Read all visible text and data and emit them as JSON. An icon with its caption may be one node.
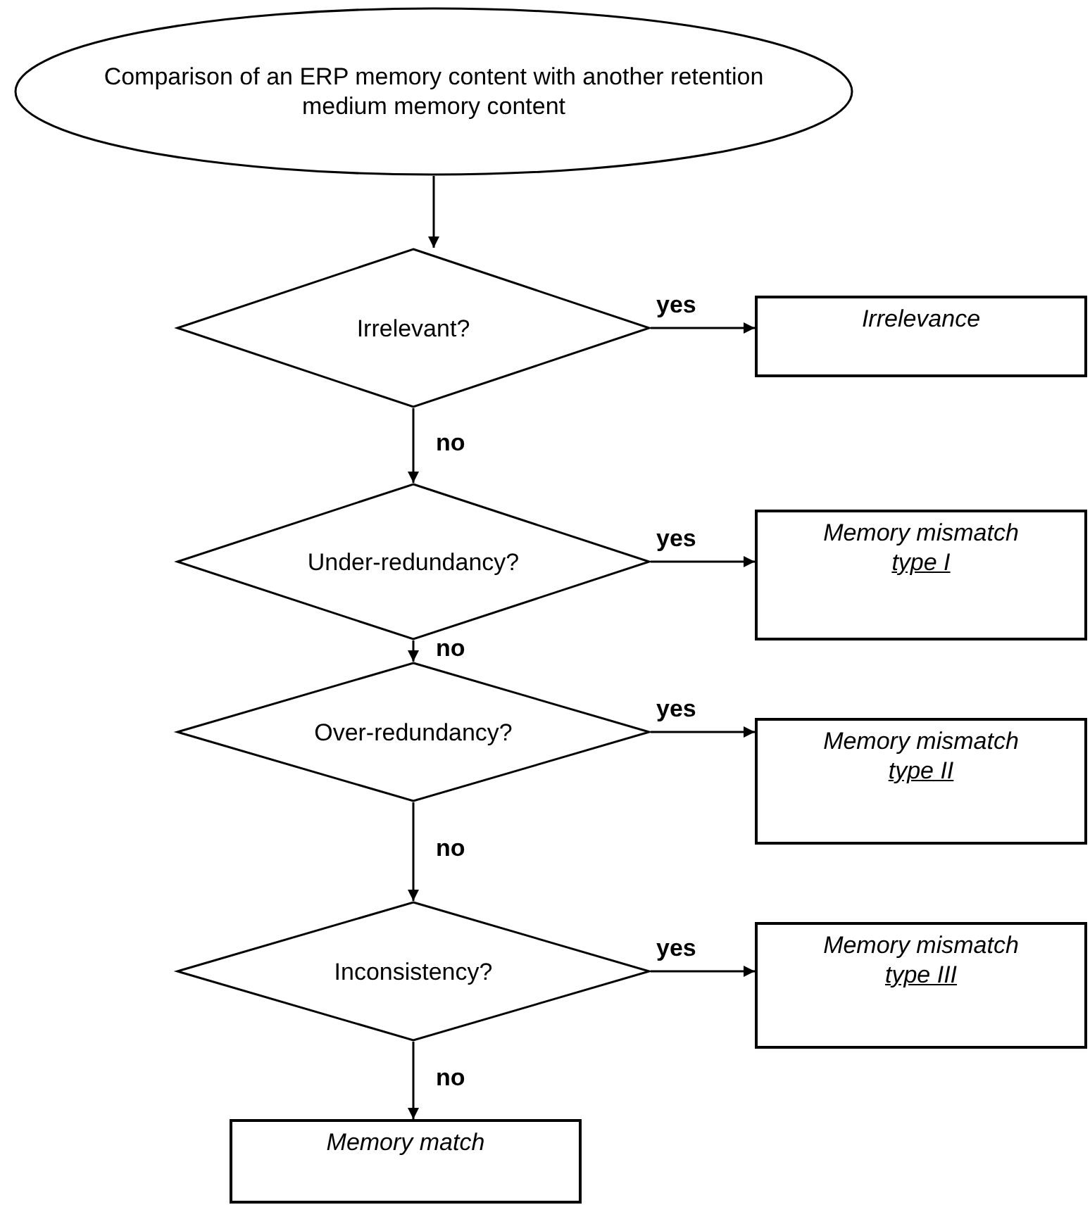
{
  "diagram": {
    "nodes": [
      {
        "text": [
          "Comparison of an ERP memory content with another retention medium memory content"
        ]
      },
      {
        "text": [
          "Irrelevant?"
        ]
      },
      {
        "text": [
          "Irrelevance"
        ]
      },
      {
        "text": [
          "Under-redundancy?"
        ]
      },
      {
        "text": [
          "Memory mismatch",
          "type I"
        ]
      },
      {
        "text": [
          "Over-redundancy?"
        ]
      },
      {
        "text": [
          "Memory mismatch",
          "type II"
        ]
      },
      {
        "text": [
          "Inconsistency?"
        ]
      },
      {
        "text": [
          "Memory mismatch",
          "type III"
        ]
      },
      {
        "text": [
          "Memory match"
        ]
      }
    ],
    "edges": [
      {
        "from": 0,
        "to": 1,
        "arrow": "to"
      },
      {
        "from": 1,
        "to": 2,
        "arrow": "to",
        "label": "yes"
      },
      {
        "from": 1,
        "to": 3,
        "arrow": "to",
        "label": "no"
      },
      {
        "from": 3,
        "to": 4,
        "arrow": "to",
        "label": "yes"
      },
      {
        "from": 3,
        "to": 5,
        "arrow": "to",
        "label": "no"
      },
      {
        "from": 5,
        "to": 6,
        "arrow": "to",
        "label": "yes"
      },
      {
        "from": 5,
        "to": 7,
        "arrow": "to",
        "label": "no"
      },
      {
        "from": 7,
        "to": 8,
        "arrow": "to",
        "label": "yes"
      },
      {
        "from": 7,
        "to": 9,
        "arrow": "to",
        "label": "no"
      }
    ]
  }
}
